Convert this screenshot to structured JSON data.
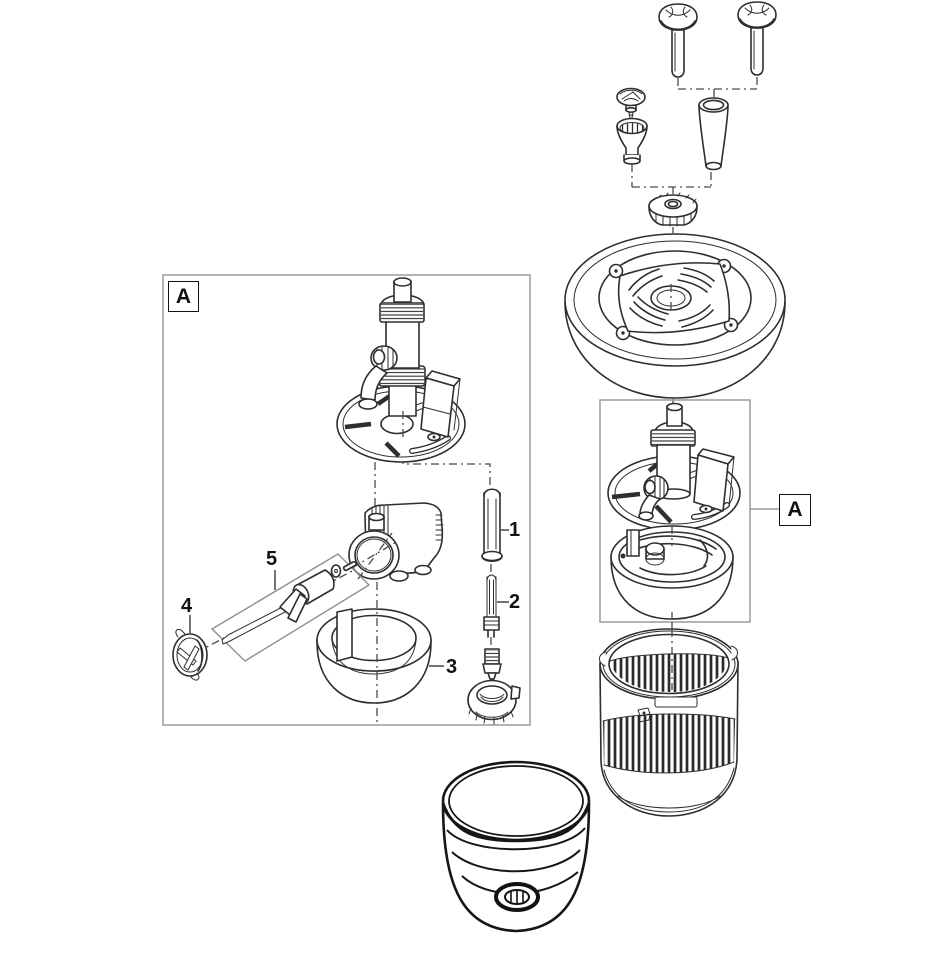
{
  "figure": {
    "background": "#ffffff",
    "colors": {
      "line": "#2e2e2e",
      "box_border": "#9b9b9b",
      "dash": "#4a4a4a",
      "mesh": "#161616",
      "label": "#111111"
    },
    "detail_labels": {
      "left_box": "A",
      "right_ref": "A"
    },
    "part_numbers": {
      "p1": "1",
      "p2": "2",
      "p3": "3",
      "p4": "4",
      "p5": "5"
    }
  }
}
